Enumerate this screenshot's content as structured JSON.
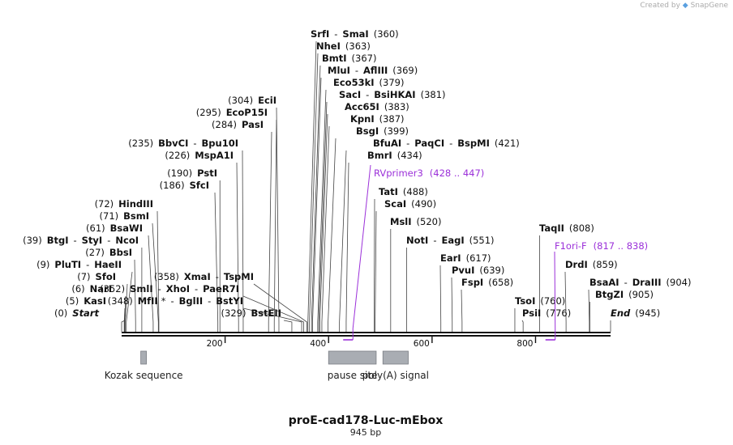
{
  "brand": {
    "prefix": "Created by",
    "name": "SnapGene"
  },
  "title": "proE-cad178-Luc-mEbox",
  "subtitle": "945 bp",
  "colors": {
    "primer": "#9b30d9",
    "feature": "#a9adb3",
    "line": "#111111"
  },
  "ticks": [
    {
      "pos": 200,
      "label": "200"
    },
    {
      "pos": 400,
      "label": "400"
    },
    {
      "pos": 600,
      "label": "600"
    },
    {
      "pos": 800,
      "label": "800"
    }
  ],
  "features": [
    {
      "name": "Kozak sequence",
      "start": 37,
      "end": 48
    },
    {
      "name": "pause site",
      "start": 400,
      "end": 492
    },
    {
      "name": "poly(A) signal",
      "start": 505,
      "end": 554
    }
  ],
  "primers": [
    {
      "name": "RVprimer3",
      "range": "(428 .. 447)",
      "pos": 447
    },
    {
      "name": "F1ori-F",
      "range": "(817 .. 838)",
      "pos": 838
    }
  ],
  "site_rows": [
    {
      "pos": 0,
      "parts": [
        {
          "t": "(0)"
        },
        {
          "t": "Start",
          "s": "it"
        }
      ]
    },
    {
      "pos": 5,
      "parts": [
        {
          "t": "(5)"
        },
        {
          "t": "KasI",
          "s": "nm"
        }
      ]
    },
    {
      "pos": 6,
      "parts": [
        {
          "t": "(6)"
        },
        {
          "t": "NarI",
          "s": "nm"
        }
      ]
    },
    {
      "pos": 7,
      "parts": [
        {
          "t": "(7)"
        },
        {
          "t": "SfoI",
          "s": "nm"
        }
      ]
    },
    {
      "pos": 9,
      "parts": [
        {
          "t": "(9)"
        },
        {
          "t": "PluTI",
          "s": "nm"
        },
        {
          "t": "-"
        },
        {
          "t": "HaeII",
          "s": "nm"
        }
      ]
    },
    {
      "pos": 27,
      "parts": [
        {
          "t": "(27)"
        },
        {
          "t": "BbsI",
          "s": "nm"
        }
      ]
    },
    {
      "pos": 39,
      "parts": [
        {
          "t": "(39)"
        },
        {
          "t": "BtgI",
          "s": "nm"
        },
        {
          "t": "-"
        },
        {
          "t": "StyI",
          "s": "nm"
        },
        {
          "t": "-"
        },
        {
          "t": "NcoI",
          "s": "nm"
        }
      ]
    },
    {
      "pos": 61,
      "parts": [
        {
          "t": "(61)"
        },
        {
          "t": "BsaWI",
          "s": "nm"
        }
      ]
    },
    {
      "pos": 71,
      "parts": [
        {
          "t": "(71)"
        },
        {
          "t": "BsmI",
          "s": "nm"
        }
      ]
    },
    {
      "pos": 72,
      "parts": [
        {
          "t": "(72)"
        },
        {
          "t": "HindIII",
          "s": "nm"
        }
      ]
    },
    {
      "pos": 186,
      "parts": [
        {
          "t": "(186)"
        },
        {
          "t": "SfcI",
          "s": "nm"
        }
      ]
    },
    {
      "pos": 190,
      "parts": [
        {
          "t": "(190)"
        },
        {
          "t": "PstI",
          "s": "nm"
        }
      ]
    },
    {
      "pos": 226,
      "parts": [
        {
          "t": "(226)"
        },
        {
          "t": "MspA1I",
          "s": "nm"
        }
      ]
    },
    {
      "pos": 235,
      "parts": [
        {
          "t": "(235)"
        },
        {
          "t": "BbvCI",
          "s": "nm"
        },
        {
          "t": "-"
        },
        {
          "t": "Bpu10I",
          "s": "nm"
        }
      ]
    },
    {
      "pos": 284,
      "parts": [
        {
          "t": "(284)"
        },
        {
          "t": "PasI",
          "s": "nm"
        }
      ]
    },
    {
      "pos": 295,
      "parts": [
        {
          "t": "(295)"
        },
        {
          "t": "EcoP15I",
          "s": "nm"
        }
      ]
    },
    {
      "pos": 304,
      "parts": [
        {
          "t": "(304)"
        },
        {
          "t": "EciI",
          "s": "nm"
        }
      ]
    },
    {
      "pos": 348,
      "parts": [
        {
          "t": "(348)"
        },
        {
          "t": "MfII",
          "s": "nm"
        },
        {
          "t": "*"
        },
        {
          "t": "-"
        },
        {
          "t": "BglII",
          "s": "nm"
        },
        {
          "t": "-"
        },
        {
          "t": "BstYI",
          "s": "nm"
        }
      ]
    },
    {
      "pos": 352,
      "parts": [
        {
          "t": "(352)"
        },
        {
          "t": "SmlI",
          "s": "nm"
        },
        {
          "t": "-"
        },
        {
          "t": "XhoI",
          "s": "nm"
        },
        {
          "t": "-"
        },
        {
          "t": "PaeR7I",
          "s": "nm"
        }
      ]
    },
    {
      "pos": 358,
      "parts": [
        {
          "t": "(358)"
        },
        {
          "t": "XmaI",
          "s": "nm"
        },
        {
          "t": "-"
        },
        {
          "t": "TspMI",
          "s": "nm"
        }
      ]
    },
    {
      "pos": 329,
      "parts": [
        {
          "t": "(329)"
        },
        {
          "t": "BstEII",
          "s": "nm"
        }
      ]
    },
    {
      "pos": 360,
      "parts": [
        {
          "t": "SrfI",
          "s": "nm"
        },
        {
          "t": "-"
        },
        {
          "t": "SmaI",
          "s": "nm"
        },
        {
          "t": "(360)"
        }
      ]
    },
    {
      "pos": 363,
      "parts": [
        {
          "t": "NheI",
          "s": "nm"
        },
        {
          "t": "(363)"
        }
      ]
    },
    {
      "pos": 367,
      "parts": [
        {
          "t": "BmtI",
          "s": "nm"
        },
        {
          "t": "(367)"
        }
      ]
    },
    {
      "pos": 369,
      "parts": [
        {
          "t": "MluI",
          "s": "nm"
        },
        {
          "t": "-"
        },
        {
          "t": "AflIII",
          "s": "nm"
        },
        {
          "t": "(369)"
        }
      ]
    },
    {
      "pos": 379,
      "parts": [
        {
          "t": "Eco53kI",
          "s": "nm"
        },
        {
          "t": "(379)"
        }
      ]
    },
    {
      "pos": 381,
      "parts": [
        {
          "t": "SacI",
          "s": "nm"
        },
        {
          "t": "-"
        },
        {
          "t": "BsiHKAI",
          "s": "nm"
        },
        {
          "t": "(381)"
        }
      ]
    },
    {
      "pos": 383,
      "parts": [
        {
          "t": "Acc65I",
          "s": "nm"
        },
        {
          "t": "(383)"
        }
      ]
    },
    {
      "pos": 387,
      "parts": [
        {
          "t": "KpnI",
          "s": "nm"
        },
        {
          "t": "(387)"
        }
      ]
    },
    {
      "pos": 399,
      "parts": [
        {
          "t": "BsgI",
          "s": "nm"
        },
        {
          "t": "(399)"
        }
      ]
    },
    {
      "pos": 421,
      "parts": [
        {
          "t": "BfuAI",
          "s": "nm"
        },
        {
          "t": "-"
        },
        {
          "t": "PaqCI",
          "s": "nm"
        },
        {
          "t": "-"
        },
        {
          "t": "BspMI",
          "s": "nm"
        },
        {
          "t": "(421)"
        }
      ]
    },
    {
      "pos": 434,
      "parts": [
        {
          "t": "BmrI",
          "s": "nm"
        },
        {
          "t": "(434)"
        }
      ]
    },
    {
      "pos": 488,
      "parts": [
        {
          "t": "TatI",
          "s": "nm"
        },
        {
          "t": "(488)"
        }
      ]
    },
    {
      "pos": 490,
      "parts": [
        {
          "t": "ScaI",
          "s": "nm"
        },
        {
          "t": "(490)"
        }
      ]
    },
    {
      "pos": 520,
      "parts": [
        {
          "t": "MslI",
          "s": "nm"
        },
        {
          "t": "(520)"
        }
      ]
    },
    {
      "pos": 551,
      "parts": [
        {
          "t": "NotI",
          "s": "nm"
        },
        {
          "t": "-"
        },
        {
          "t": "EagI",
          "s": "nm"
        },
        {
          "t": "(551)"
        }
      ]
    },
    {
      "pos": 617,
      "parts": [
        {
          "t": "EarI",
          "s": "nm"
        },
        {
          "t": "(617)"
        }
      ]
    },
    {
      "pos": 639,
      "parts": [
        {
          "t": "PvuI",
          "s": "nm"
        },
        {
          "t": "(639)"
        }
      ]
    },
    {
      "pos": 658,
      "parts": [
        {
          "t": "FspI",
          "s": "nm"
        },
        {
          "t": "(658)"
        }
      ]
    },
    {
      "pos": 760,
      "parts": [
        {
          "t": "TsoI",
          "s": "nm"
        },
        {
          "t": "(760)"
        }
      ]
    },
    {
      "pos": 776,
      "parts": [
        {
          "t": "PsiI",
          "s": "nm"
        },
        {
          "t": "(776)"
        }
      ]
    },
    {
      "pos": 808,
      "parts": [
        {
          "t": "TaqII",
          "s": "nm"
        },
        {
          "t": "(808)"
        }
      ]
    },
    {
      "pos": 859,
      "parts": [
        {
          "t": "DrdI",
          "s": "nm"
        },
        {
          "t": "(859)"
        }
      ]
    },
    {
      "pos": 904,
      "parts": [
        {
          "t": "BsaAI",
          "s": "nm"
        },
        {
          "t": "-"
        },
        {
          "t": "DraIII",
          "s": "nm"
        },
        {
          "t": "(904)"
        }
      ]
    },
    {
      "pos": 905,
      "parts": [
        {
          "t": "BtgZI",
          "s": "nm"
        },
        {
          "t": "(905)"
        }
      ]
    },
    {
      "pos": 945,
      "parts": [
        {
          "t": "End",
          "s": "it"
        },
        {
          "t": "(945)"
        }
      ]
    }
  ]
}
